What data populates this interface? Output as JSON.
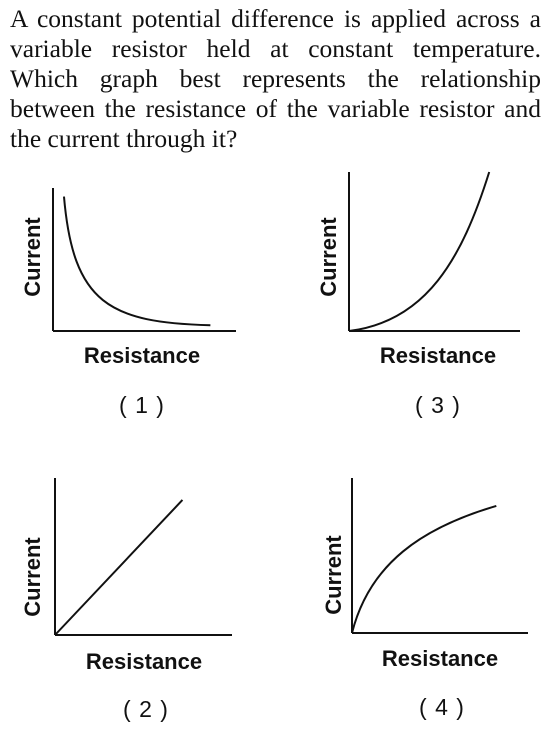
{
  "question": {
    "text": "A constant potential difference is applied across a variable resistor held at constant temperature. Which graph best represents the relationship between the resistance of the variable resistor and the current through it?"
  },
  "chart_data": [
    {
      "type": "line",
      "choice_label": "( 1 )",
      "xlabel": "Resistance",
      "ylabel": "Current",
      "curve": "inverse",
      "x": [
        0.05,
        0.1,
        0.2,
        0.3,
        0.5,
        0.7,
        1.0
      ],
      "y": [
        1.0,
        0.5,
        0.25,
        0.167,
        0.1,
        0.071,
        0.05
      ],
      "ticks": false,
      "grid": false
    },
    {
      "type": "line",
      "choice_label": "( 2 )",
      "xlabel": "Resistance",
      "ylabel": "Current",
      "curve": "linear",
      "x": [
        0,
        1
      ],
      "y": [
        0,
        1
      ],
      "ticks": false,
      "grid": false
    },
    {
      "type": "line",
      "choice_label": "( 3 )",
      "xlabel": "Resistance",
      "ylabel": "Current",
      "curve": "increasing-concave-up",
      "x": [
        0,
        0.25,
        0.5,
        0.75,
        1.0
      ],
      "y": [
        0,
        0.06,
        0.25,
        0.56,
        1.0
      ],
      "ticks": false,
      "grid": false
    },
    {
      "type": "line",
      "choice_label": "( 4 )",
      "xlabel": "Resistance",
      "ylabel": "Current",
      "curve": "increasing-concave-down",
      "x": [
        0,
        0.25,
        0.5,
        0.75,
        1.0
      ],
      "y": [
        0,
        0.5,
        0.71,
        0.87,
        1.0
      ],
      "ticks": false,
      "grid": false
    }
  ]
}
